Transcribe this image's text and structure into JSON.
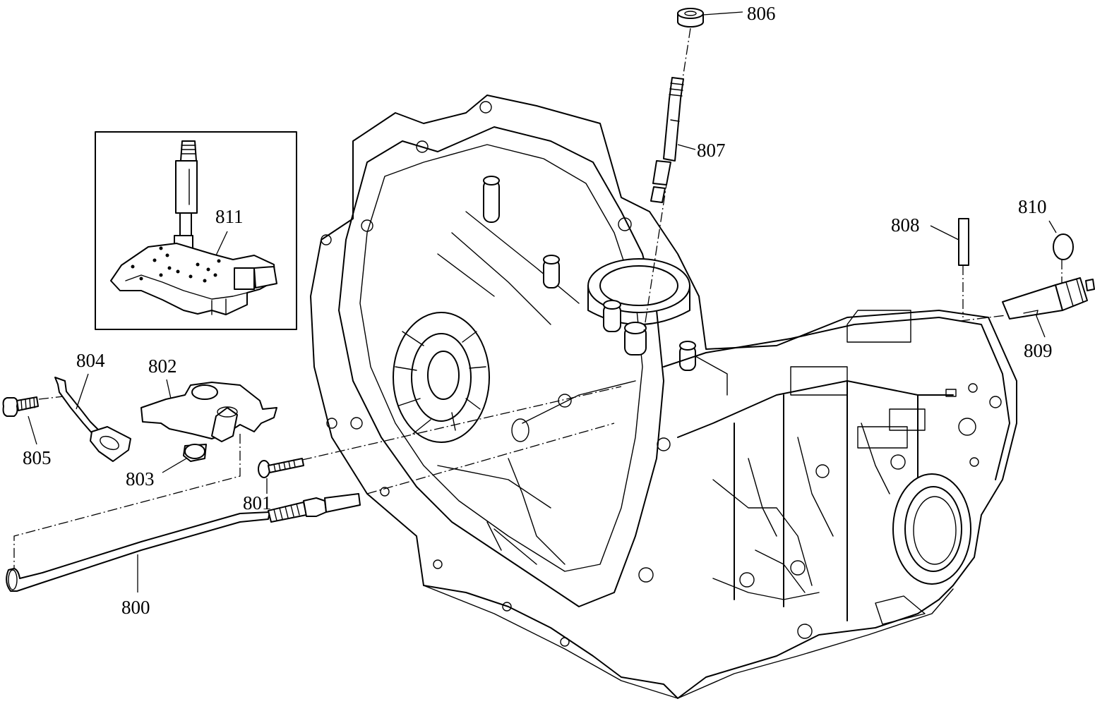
{
  "labels": {
    "p800": "800",
    "p801": "801",
    "p802": "802",
    "p803": "803",
    "p804": "804",
    "p805": "805",
    "p806": "806",
    "p807": "807",
    "p808": "808",
    "p809": "809",
    "p810": "810",
    "p811": "811"
  }
}
